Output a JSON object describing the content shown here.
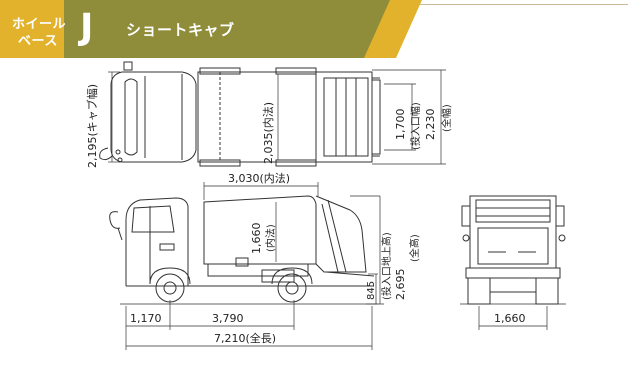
{
  "header": {
    "wheelbase_line1": "ホイール",
    "wheelbase_line2": "ベース",
    "code": "J",
    "model": "ショートキャブ",
    "colors": {
      "olive": "#8f8c3a",
      "gold": "#e2b22c",
      "white": "#ffffff"
    }
  },
  "dimensions": {
    "cab_width": "2,195(キャブ幅)",
    "body_inner_width": "2,035(内法)",
    "hopper_width_value": "1,700",
    "hopper_width_label": "(投入口幅)",
    "overall_width_value": "2,230",
    "overall_width_label": "(全幅)",
    "body_inner_length": "3,030(内法)",
    "body_inner_height_value": "1,660",
    "body_inner_height_label": "(内法)",
    "front_overhang": "1,170",
    "wheelbase": "3,790",
    "overall_length": "7,210(全長)",
    "hopper_height_ground": "845",
    "hopper_height_label": "(投入口地上高)",
    "overall_height_value": "2,695",
    "overall_height_label": "(全高)",
    "rear_track": "1,660"
  }
}
